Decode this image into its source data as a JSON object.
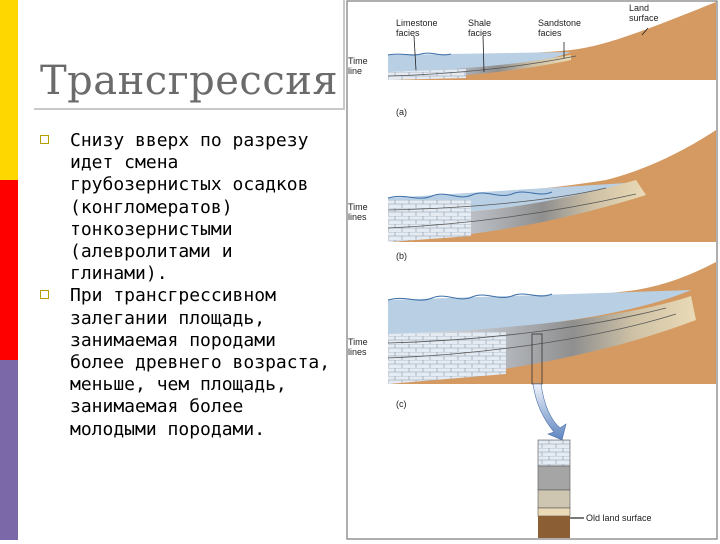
{
  "slide": {
    "title": "Трансгрессия",
    "bullets": [
      "Снизу вверх по разрезу идет смена грубозернистых осадков (конгломератов) тонкозернистыми (алевролитами и глинами).",
      "При трансгрессивном залегании площадь, занимаемая породами более древнего возраста, меньше, чем площадь, занимаемая более молодыми породами."
    ],
    "stripe_colors": [
      "#ffd700",
      "#ff0000",
      "#7b68a8"
    ],
    "bullet_color": "#b5a000"
  },
  "figure": {
    "labels": {
      "limestone": [
        "Limestone",
        "facies"
      ],
      "shale": [
        "Shale",
        "facies"
      ],
      "sandstone": [
        "Sandstone",
        "facies"
      ],
      "land": [
        "Land",
        "surface"
      ],
      "time_line": [
        "Time",
        "line"
      ],
      "time_lines": [
        "Time",
        "lines"
      ],
      "old_land": "Old land surface"
    },
    "panels": [
      "(a)",
      "(b)",
      "(c)"
    ],
    "colors": {
      "water": "#b9cfe4",
      "land": "#d49a62",
      "limestone": "#e4ebf3",
      "shale": "#9b9b9b",
      "sand": "#eadab6",
      "column_base": "#8b5e34"
    }
  }
}
